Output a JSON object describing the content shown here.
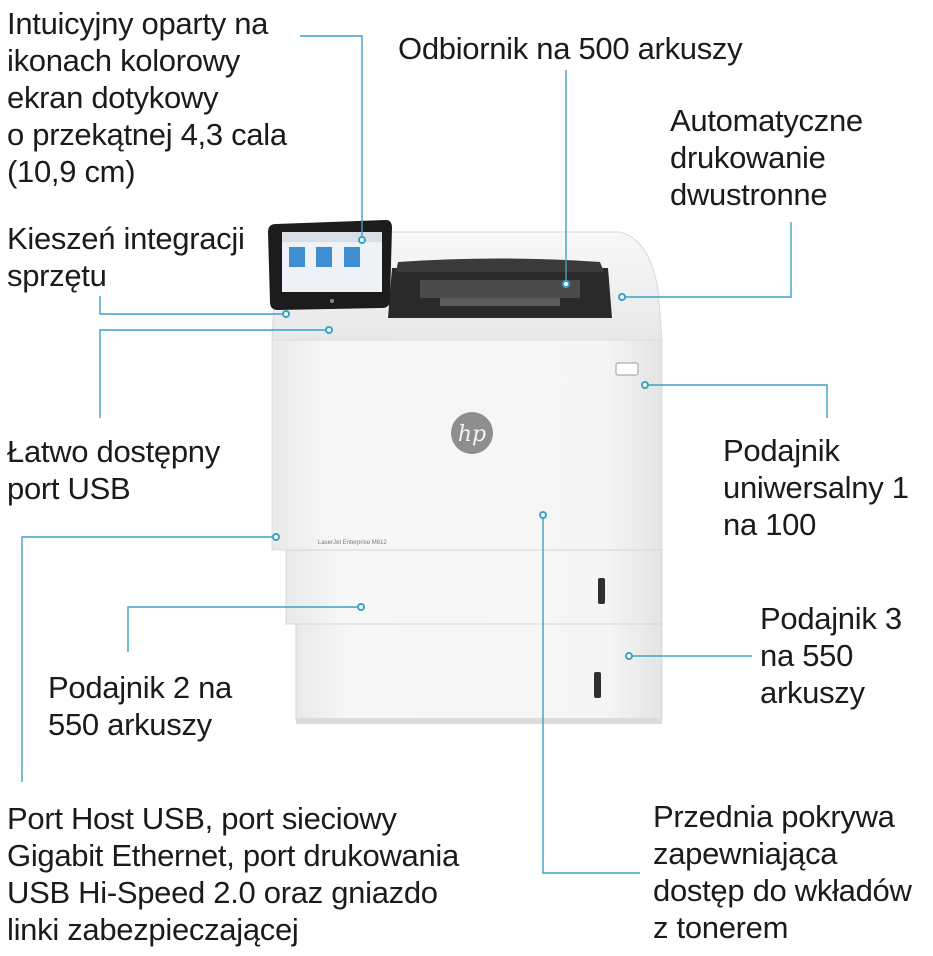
{
  "callouts": {
    "touchscreen": "Intuicyjny oparty na\nikonach kolorowy\nekran dotykowy\no przekątnej 4,3 cala\n(10,9 cm)",
    "output_bin": "Odbiornik na 500 arkuszy",
    "duplex": "Automatyczne\ndrukowanie\ndwustronne",
    "hip": "Kieszeń integracji\nsprzętu",
    "usb_easy": "Łatwo dostępny\nport USB",
    "tray1": "Podajnik\nuniwersalny 1\nna 100",
    "tray3": "Podajnik 3\nna 550\narkuszy",
    "tray2": "Podajnik 2 na\n550 arkuszy",
    "ports": "Port Host USB, port sieciowy\nGigabit Ethernet, port drukowania\nUSB Hi-Speed 2.0 oraz gniazdo\nlinki zabezpieczającej",
    "front_cover": "Przednia pokrywa\nzapewniająca\ndostęp do wkładów\nz tonerem"
  },
  "printer": {
    "model_label": "LaserJet Enterprise M612",
    "logo": "hp"
  },
  "colors": {
    "leader_line": "#3aa3c2",
    "printer_body": "#f3f3f3"
  }
}
